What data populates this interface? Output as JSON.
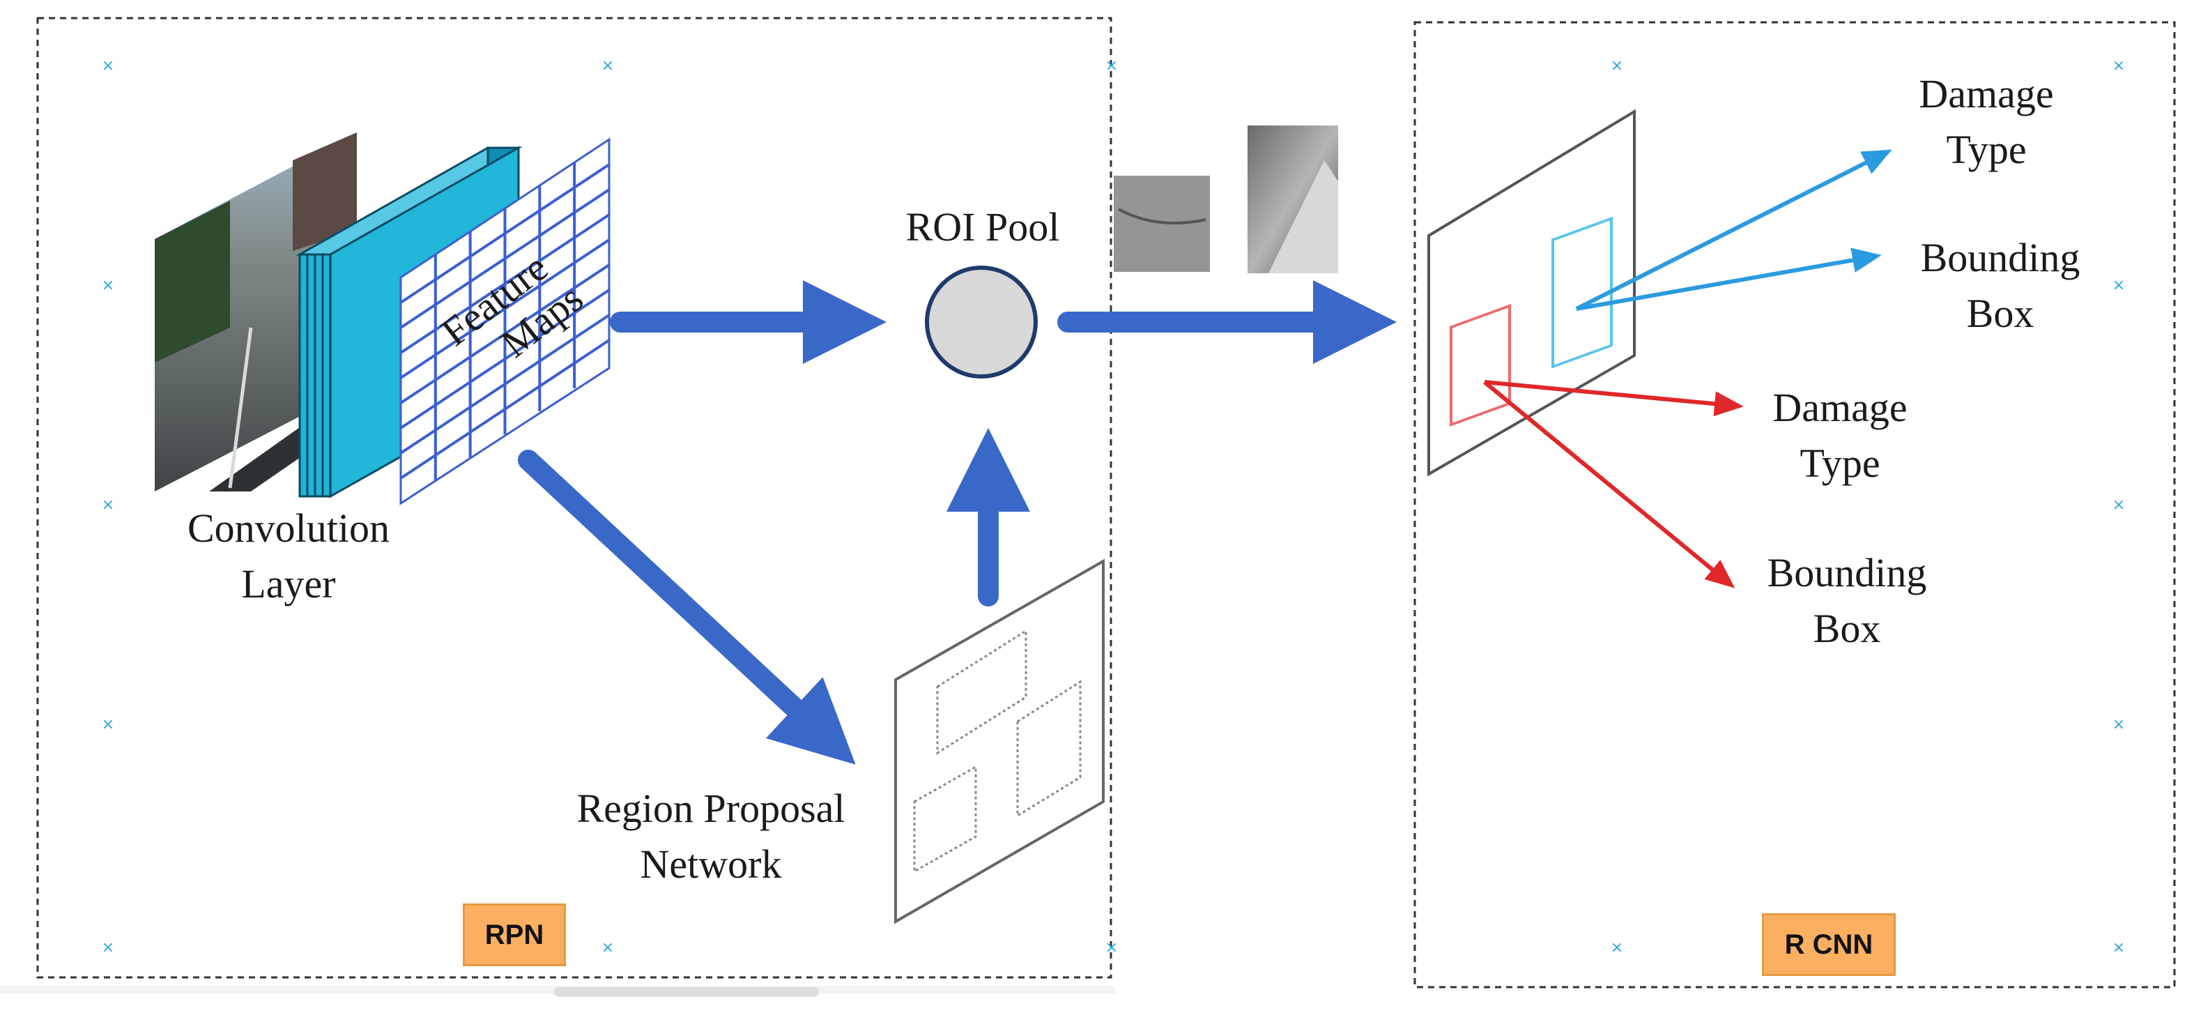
{
  "labels": {
    "feature_maps_line1": "Feature",
    "feature_maps_line2": "Maps",
    "conv_line1": "Convolution",
    "conv_line2": "Layer",
    "roi_pool": "ROI Pool",
    "rpn_line1": "Region Proposal",
    "rpn_line2": "Network",
    "blue_type_line1": "Damage",
    "blue_type_line2": "Type",
    "blue_box_line1": "Bounding",
    "blue_box_line2": "Box",
    "red_type_line1": "Damage",
    "red_type_line2": "Type",
    "red_box_line1": "Bounding",
    "red_box_line2": "Box"
  },
  "tags": {
    "rpn": "RPN",
    "rcnn": "R CNN"
  },
  "colors": {
    "flow_arrow": "#3a68c9",
    "blue_output": "#2b9be0",
    "red_output": "#e0272a",
    "conv_layer": "#1fb3d6",
    "grid": "#3b5fd1",
    "roi_fill": "#d8d8d8",
    "roi_stroke": "#1f3a6b",
    "tag_fill": "#fbb061",
    "marker": "#29a8e0"
  },
  "icons": {
    "selection_marker": "x-marker-icon"
  }
}
